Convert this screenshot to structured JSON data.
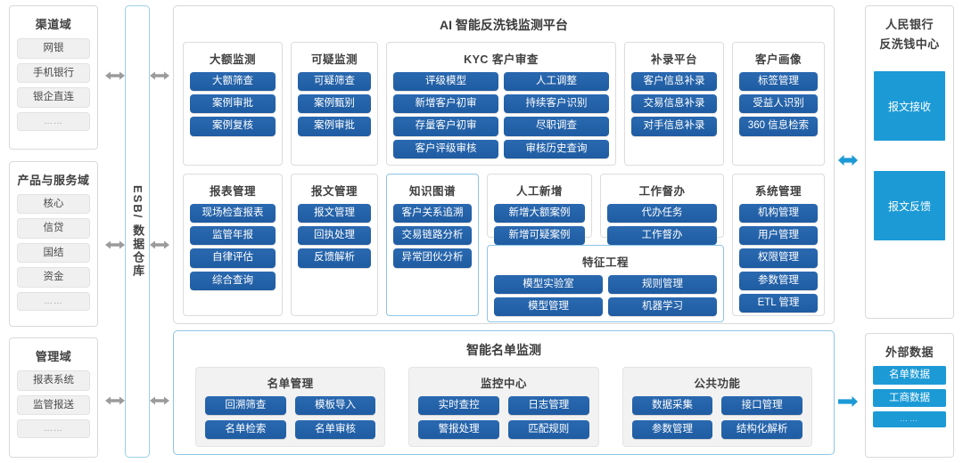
{
  "colors": {
    "blue_button": "#2563ab",
    "cyan": "#1c9ad6",
    "panel_border": "#d9d9d9",
    "highlight_border": "#8ec6e6",
    "grey_chip": "#f0f0f0"
  },
  "left_domains": [
    {
      "title": "渠道域",
      "items": [
        "网银",
        "手机银行",
        "银企直连",
        "……"
      ]
    },
    {
      "title": "产品与服务域",
      "items": [
        "核心",
        "信贷",
        "国结",
        "资金",
        "……"
      ]
    },
    {
      "title": "管理域",
      "items": [
        "报表系统",
        "监管报送",
        "……"
      ]
    }
  ],
  "esb": {
    "label": "ESB/ 数据仓库"
  },
  "platform": {
    "title": "AI 智能反洗钱监测平台",
    "row1": [
      {
        "title": "大额监测",
        "buttons": [
          "大额筛查",
          "案例审批",
          "案例复核"
        ]
      },
      {
        "title": "可疑监测",
        "buttons": [
          "可疑筛查",
          "案例甄别",
          "案例审批"
        ]
      },
      {
        "title": "KYC 客户审查",
        "col_a": [
          "评级模型",
          "新增客户初审",
          "存量客户初审",
          "客户评级审核"
        ],
        "col_b": [
          "人工调整",
          "持续客户识别",
          "尽职调查",
          "审核历史查询"
        ]
      },
      {
        "title": "补录平台",
        "buttons": [
          "客户信息补录",
          "交易信息补录",
          "对手信息补录"
        ]
      },
      {
        "title": "客户画像",
        "buttons": [
          "标签管理",
          "受益人识别",
          "360 信息检索"
        ]
      }
    ],
    "row2": {
      "baobiao": {
        "title": "报表管理",
        "buttons": [
          "现场检查报表",
          "监管年报",
          "自律评估",
          "综合查询"
        ]
      },
      "baowen": {
        "title": "报文管理",
        "buttons": [
          "报文管理",
          "回执处理",
          "反馈解析"
        ]
      },
      "zhishi": {
        "title": "知识图谱",
        "buttons": [
          "客户关系追溯",
          "交易链路分析",
          "异常团伙分析"
        ]
      },
      "rengong": {
        "title": "人工新增",
        "buttons": [
          "新增大额案例",
          "新增可疑案例"
        ]
      },
      "gongzuo": {
        "title": "工作督办",
        "buttons": [
          "代办任务",
          "工作督办"
        ]
      },
      "tezheng": {
        "title": "特征工程",
        "col_a": [
          "模型实验室",
          "模型管理"
        ],
        "col_b": [
          "规则管理",
          "机器学习"
        ]
      },
      "xitong": {
        "title": "系统管理",
        "buttons": [
          "机构管理",
          "用户管理",
          "权限管理",
          "参数管理",
          "ETL 管理"
        ]
      }
    }
  },
  "namelist": {
    "title": "智能名单监测",
    "groups": [
      {
        "title": "名单管理",
        "buttons": [
          "回溯筛查",
          "模板导入",
          "名单检索",
          "名单审核"
        ]
      },
      {
        "title": "监控中心",
        "buttons": [
          "实时查控",
          "日志管理",
          "警报处理",
          "匹配规则"
        ]
      },
      {
        "title": "公共功能",
        "buttons": [
          "数据采集",
          "接口管理",
          "参数管理",
          "结构化解析"
        ]
      }
    ]
  },
  "right": {
    "pboc": {
      "title": "人民银行\n反洗钱中心",
      "title_line1": "人民银行",
      "title_line2": "反洗钱中心",
      "receive": "报文接收",
      "feedback": "报文反馈"
    },
    "external": {
      "title": "外部数据",
      "items": [
        "名单数据",
        "工商数据",
        "……"
      ]
    }
  }
}
